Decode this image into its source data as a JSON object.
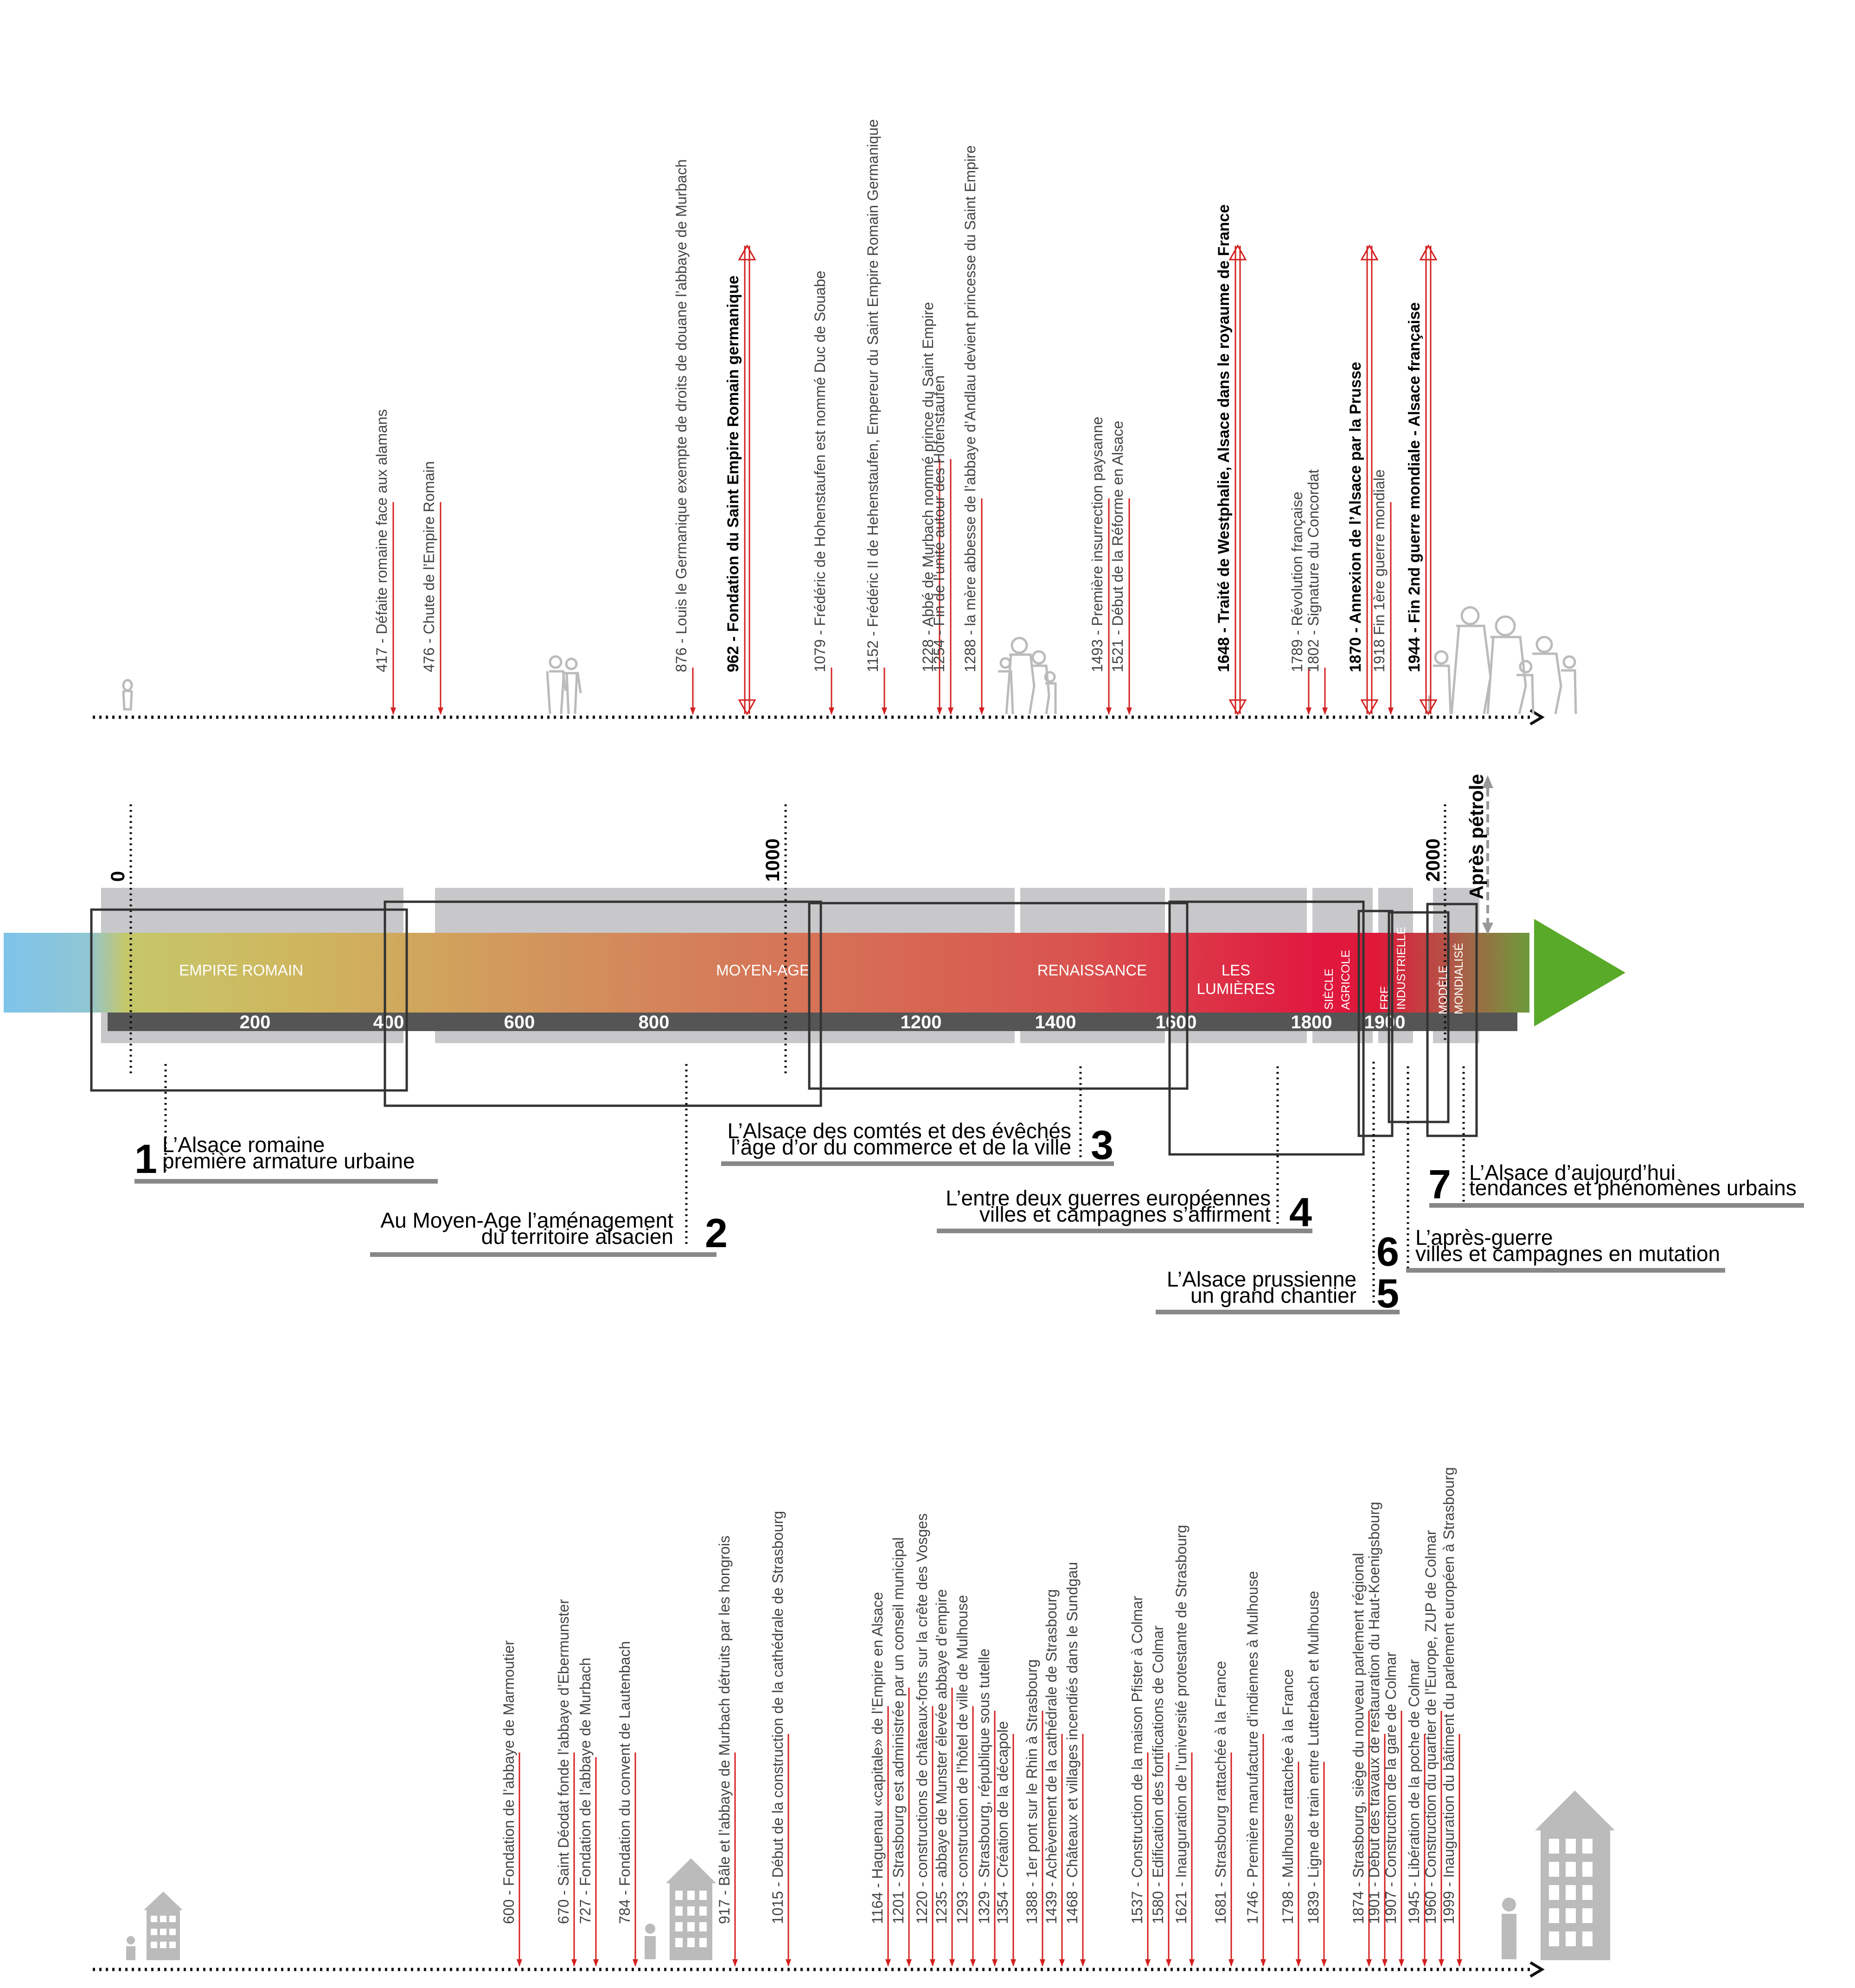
{
  "top_events": [
    {
      "text": "417 - Défaite romaine face aux alamans",
      "bold": false,
      "double": false
    },
    {
      "text": "476 - Chute de l’Empire Romain",
      "bold": false,
      "double": false
    },
    {
      "text": "876 - Louis le Germanique exempte de droits de douane l’abbaye de Murbach",
      "bold": false,
      "double": false
    },
    {
      "text": "962 - Fondation du Saint Empire Romain germanique",
      "bold": true,
      "double": true
    },
    {
      "text": "1079 - Frédéric de Hohenstaufen est nommé Duc de Souabe",
      "bold": false,
      "double": false
    },
    {
      "text": "1152 - Frédéric II de Hehenstaufen, Empereur du Saint Empire Romain Germanique",
      "bold": false,
      "double": false
    },
    {
      "text": "1228 - Abbé de Murbach nommé prince du Saint Empire",
      "bold": false,
      "double": false
    },
    {
      "text": "1254 - Fin de l’unité autour des Hofenstaufen",
      "bold": false,
      "double": false
    },
    {
      "text": "1288 - la mère abbesse de l’abbaye d’Andlau devient princesse du Saint Empire",
      "bold": false,
      "double": false
    },
    {
      "text": "1493 - Première insurrection paysanne",
      "bold": false,
      "double": false
    },
    {
      "text": "1521 - Début de la Réforme en  Alsace",
      "bold": false,
      "double": false
    },
    {
      "text": "1648 - Traité de Westphalie, Alsace dans le royaume de France",
      "bold": true,
      "double": true
    },
    {
      "text": "1789 - Révolution française",
      "bold": false,
      "double": false
    },
    {
      "text": "1802 - Signature du Concordat",
      "bold": false,
      "double": false
    },
    {
      "text": "1870 - Annexion de l’Alsace par la Prusse",
      "bold": true,
      "double": true
    },
    {
      "text": "1918 Fin 1ère guerre mondiale",
      "bold": false,
      "double": false
    },
    {
      "text": "1944 - Fin 2nd guerre mondiale - Alsace française",
      "bold": true,
      "double": true
    }
  ],
  "bottom_events": [
    "600 - Fondation de l’abbaye de Marmoutier",
    "670 - Saint Déodat fonde l’abbaye d’Ebermunster",
    "727 - Fondation de l’abbaye de Murbach",
    "784 - Fondation du convent de Lautenbach",
    "917 - Bâle et l’abbaye de Murbach détruits par les hongrois",
    "1015 - Début de la construction de la cathédrale de Strasbourg",
    "1164 - Haguenau «capitale» de l’Empire en Alsace",
    "1201 - Strasbourg est administrée par un conseil municipal",
    "1220 - constructions de châteaux-forts sur la crête des Vosges",
    "1235 - abbaye de Munster élevée abbaye d’empire",
    "1293 - construction de l’hôtel de ville de Mulhouse",
    "1329 - Strasbourg, république sous tutelle",
    "1354 - Création de la décapole",
    "1388 - 1er pont sur le Rhin à Strasbourg",
    "1439 - Achèvement de la cathédrale de Strasbourg",
    "1468 - Châteaux et villages incendiés dans le Sundgau",
    "1537 - Construction de la maison Pfister à Colmar",
    "1580 - Edification des fortifications de Colmar",
    "1621 - Inauguration de l’université protestante de Strasbourg",
    "1681 - Strasbourg rattachée à la France",
    "1746 - Première manufacture d’indiennes à Mulhouse",
    "1798 - Mulhouse rattachée à la France",
    "1839 - Ligne de train entre Lutterbach et Mulhouse",
    "1874 - Strasbourg, siège du nouveau parlement régional",
    "1901 - Début des travaux de restauration du Haut-Koenigsbourg",
    "1907 - Construction de la gare de Colmar",
    "1945 - Libération de la poche de Colmar",
    "1960 - Construction du quartier de l’Europe, ZUP de Colmar",
    "1999 - Inauguration du bâtiment du parlement européen à Strasbourg"
  ],
  "periods": [
    {
      "label": "EMPIRE ROMAIN",
      "vertical": false
    },
    {
      "label": "MOYEN-AGE",
      "vertical": false
    },
    {
      "label": "RENAISSANCE",
      "vertical": false
    },
    {
      "label": "LES",
      "vertical": false
    },
    {
      "label": "LUMIÈRES",
      "vertical": false
    },
    {
      "label": "SIÈCLE",
      "vertical": true
    },
    {
      "label": "AGRICOLE",
      "vertical": true
    },
    {
      "label": "ERE",
      "vertical": true
    },
    {
      "label": "INDUSTRIELLE",
      "vertical": true
    },
    {
      "label": "MODÈLE",
      "vertical": true
    },
    {
      "label": "MONDIALISÉ",
      "vertical": true
    }
  ],
  "axis_ticks": [
    "200",
    "400",
    "600",
    "800",
    "1200",
    "1400",
    "1600",
    "1800",
    "1900"
  ],
  "year_markers": [
    "0",
    "1000",
    "2000"
  ],
  "apres_petrole": "Après pétrole",
  "sections": [
    {
      "num": "1",
      "line1": "L’Alsace romaine",
      "line2": "première armature urbaine"
    },
    {
      "num": "2",
      "line1": "Au Moyen-Age l’aménagement",
      "line2": "du territoire alsacien"
    },
    {
      "num": "3",
      "line1": "L’Alsace des comtés et des évêchés",
      "line2": "l’âge d’or du commerce et de la ville"
    },
    {
      "num": "4",
      "line1": "L’entre deux guerres européennes",
      "line2": "villes et campagnes s’affirment"
    },
    {
      "num": "5",
      "line1": "L’Alsace prussienne",
      "line2": "un grand chantier"
    },
    {
      "num": "6",
      "line1": "L’après-guerre",
      "line2": "villes et campagnes en mutation"
    },
    {
      "num": "7",
      "line1": "L’Alsace d’aujourd’hui",
      "line2": "tendances et phénomènes urbains"
    }
  ],
  "colors": {
    "event_line": "#d42020",
    "axis_dark": "#555555",
    "band_gray": "#c8c8cb",
    "arrow_green": "#5aaa2a"
  }
}
